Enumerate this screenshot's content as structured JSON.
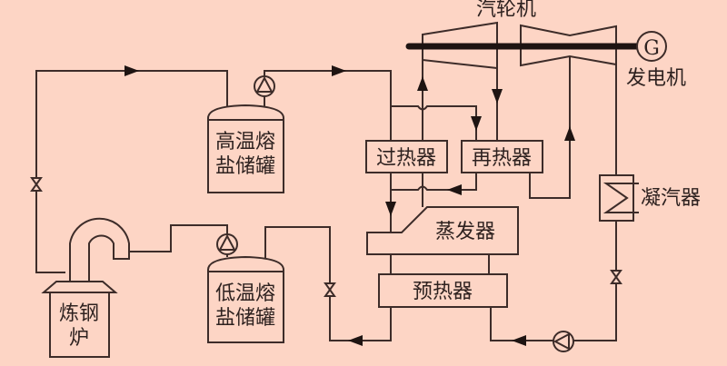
{
  "diagram": {
    "title": "钢铁余热熔盐储热发电系统",
    "background": "#fdd5c5",
    "line_color": "#3d2c29",
    "components": {
      "turbine": "汽轮机",
      "generator": "发电机",
      "generator_symbol": "G",
      "hot_tank_line1": "高温熔",
      "hot_tank_line2": "盐储罐",
      "cold_tank_line1": "低温熔",
      "cold_tank_line2": "盐储罐",
      "superheater": "过热器",
      "reheater": "再热器",
      "evaporator": "蒸发器",
      "preheater": "预热器",
      "condenser": "凝汽器",
      "furnace_line1": "炼钢",
      "furnace_line2": "炉"
    },
    "icons": [
      "pump-icon",
      "valve-icon",
      "flow-arrow-icon",
      "heat-exchanger-icon",
      "generator-icon"
    ]
  }
}
